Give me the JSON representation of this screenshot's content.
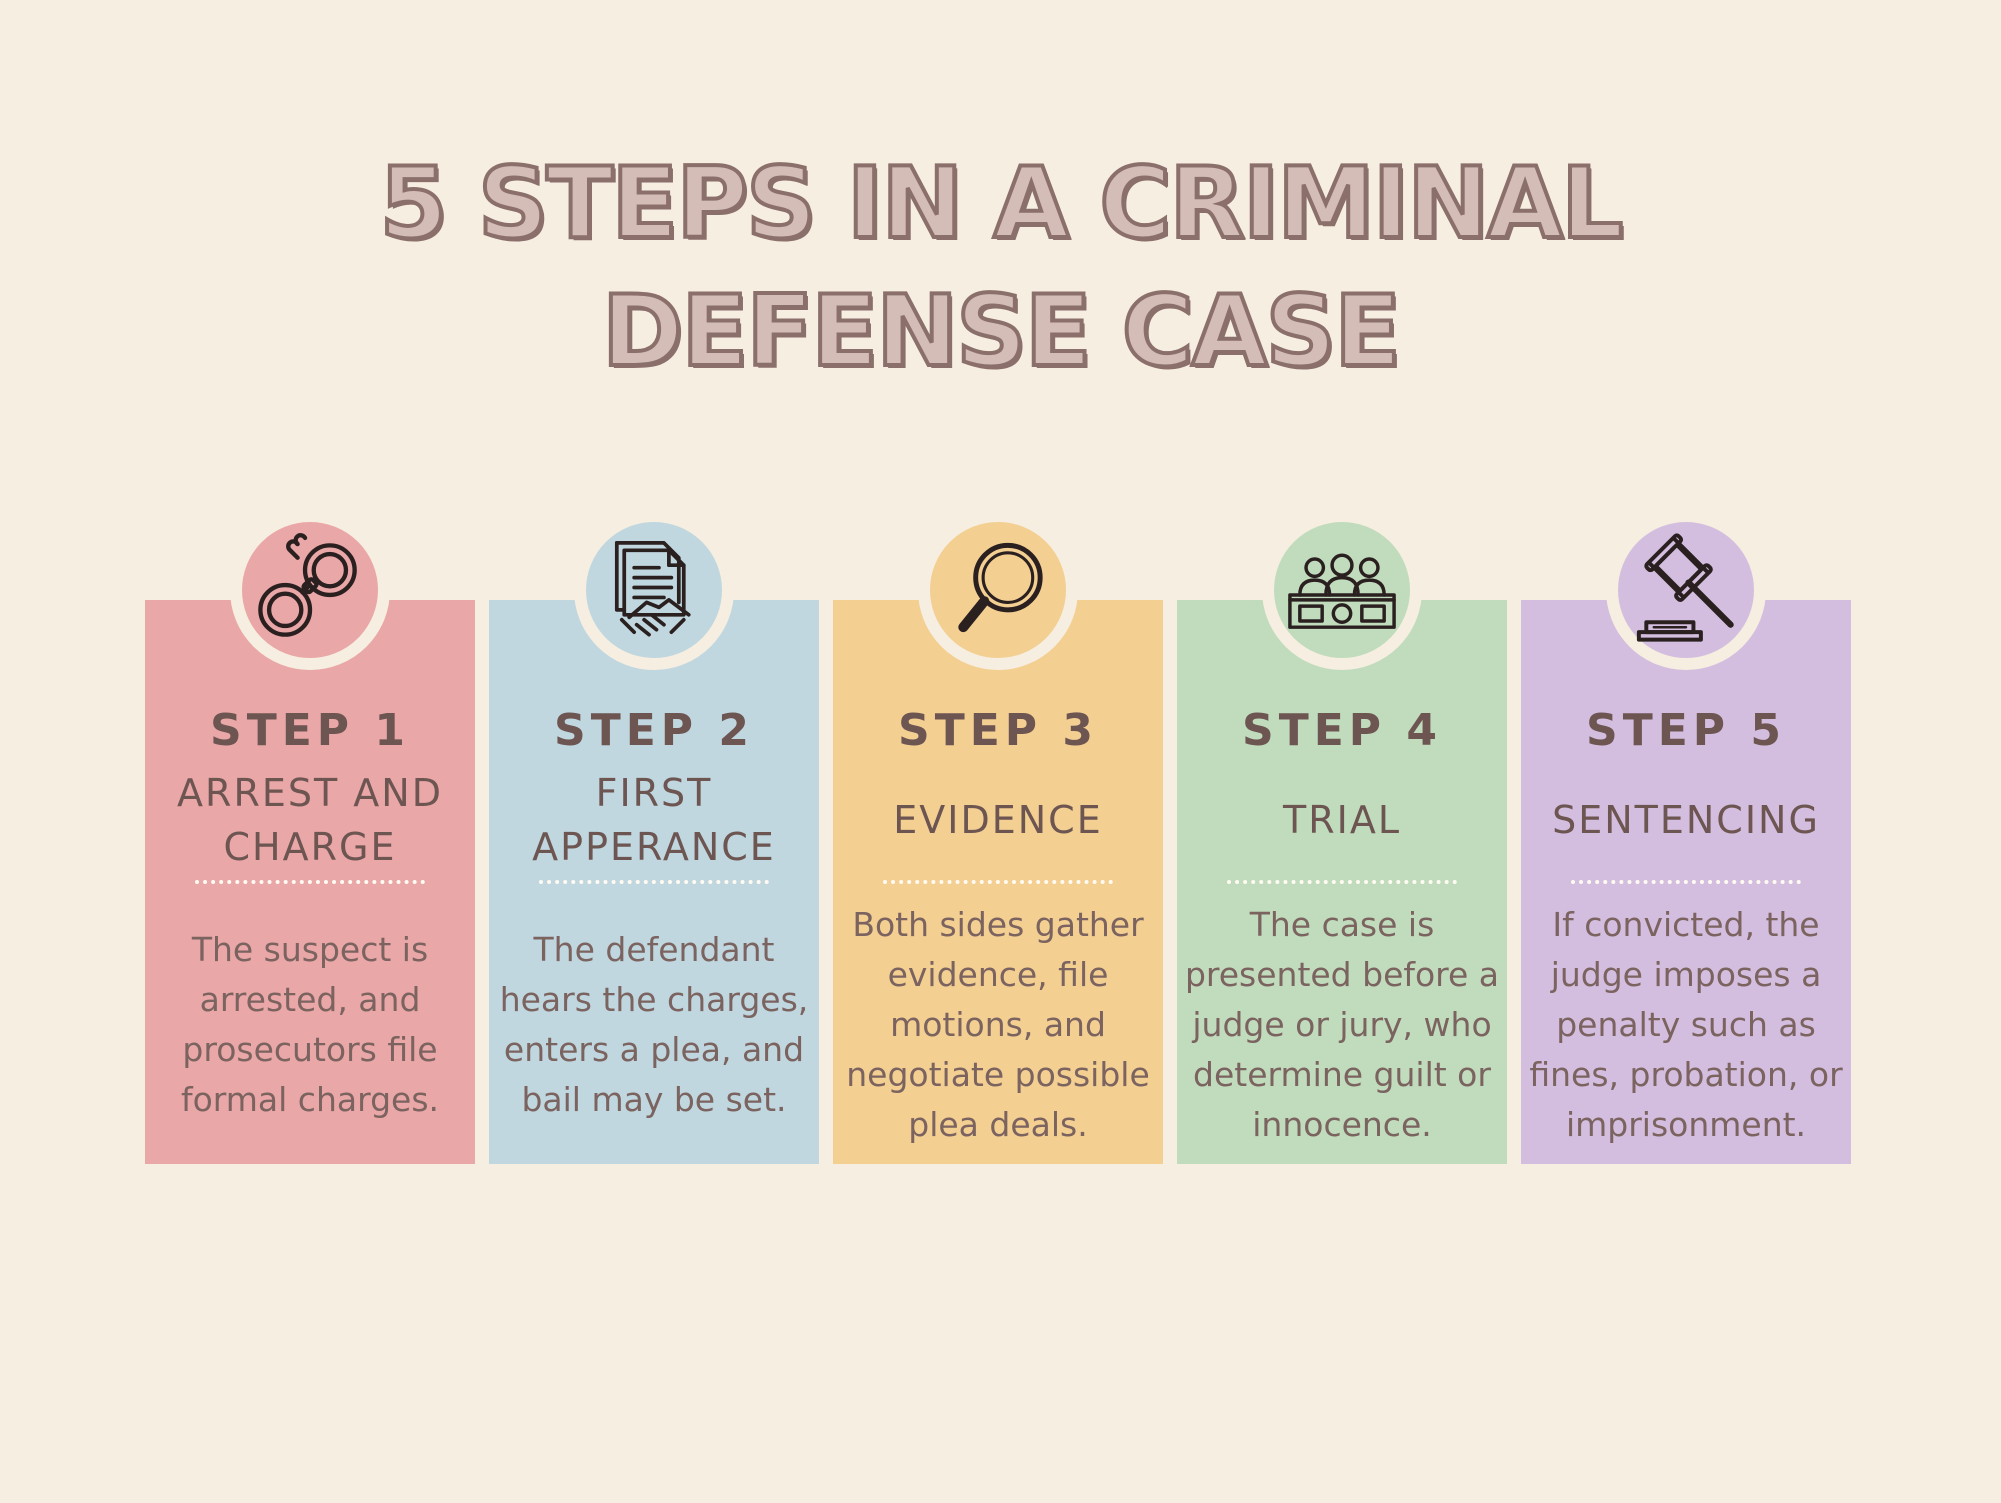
{
  "title": {
    "line1": "5 STEPS IN A CRIMINAL",
    "line2": "DEFENSE CASE"
  },
  "colors": {
    "background": "#f6eee0",
    "step1": "#eaa7a7",
    "step2": "#c0d7df",
    "step3": "#f3cf92",
    "step4": "#c1dcbd",
    "step5": "#d4bedf",
    "text": "#6d5552"
  },
  "steps": [
    {
      "label": "STEP 1",
      "name": "ARREST AND CHARGE",
      "description": "The suspect is arrested, and prosecutors file formal charges.",
      "icon": "handcuffs-icon"
    },
    {
      "label": "STEP 2",
      "name": "FIRST APPERANCE",
      "description": "The defendant hears the charges, enters a plea, and bail may be set.",
      "icon": "document-handshake-icon"
    },
    {
      "label": "STEP 3",
      "name": "EVIDENCE",
      "description": "Both sides gather evidence, file motions, and negotiate possible plea deals.",
      "icon": "magnifying-glass-icon"
    },
    {
      "label": "STEP 4",
      "name": "TRIAL",
      "description": "The case is presented before a judge or jury, who determine guilt or innocence.",
      "icon": "jury-icon"
    },
    {
      "label": "STEP 5",
      "name": "SENTENCING",
      "description": "If convicted, the judge imposes a penalty such as fines, probation, or imprisonment.",
      "icon": "gavel-icon"
    }
  ]
}
